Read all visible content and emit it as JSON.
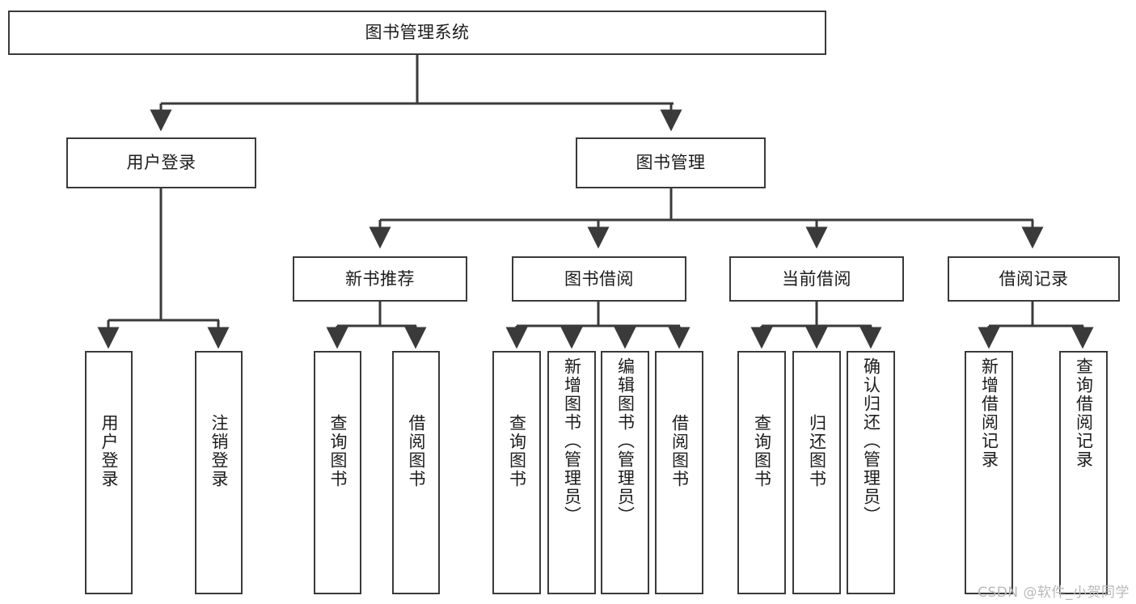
{
  "diagram": {
    "title": "图书管理系统",
    "type": "tree-hierarchy",
    "stroke_color": "#3a3a3a",
    "text_color": "#1c1c1c",
    "background": "#ffffff"
  },
  "nodes": {
    "root": {
      "label": "图书管理系统"
    },
    "level1": [
      {
        "id": "user-login",
        "label": "用户登录"
      },
      {
        "id": "book-management",
        "label": "图书管理"
      }
    ],
    "level2": [
      {
        "id": "new-book-recommend",
        "label": "新书推荐"
      },
      {
        "id": "book-borrow",
        "label": "图书借阅"
      },
      {
        "id": "current-borrow",
        "label": "当前借阅"
      },
      {
        "id": "borrow-record",
        "label": "借阅记录"
      }
    ],
    "leaves": {
      "user_login": [
        {
          "id": "leaf-user-login",
          "label": "用户登录"
        },
        {
          "id": "leaf-logout-login",
          "label": "注销登录"
        }
      ],
      "new_book_recommend": [
        {
          "id": "leaf-query-book-1",
          "label": "查询图书"
        },
        {
          "id": "leaf-borrow-book-1",
          "label": "借阅图书"
        }
      ],
      "book_borrow": [
        {
          "id": "leaf-query-book-2",
          "label": "查询图书"
        },
        {
          "id": "leaf-add-book",
          "label": "新增图书（管理员）"
        },
        {
          "id": "leaf-edit-book",
          "label": "编辑图书（管理员）"
        },
        {
          "id": "leaf-borrow-book-2",
          "label": "借阅图书"
        }
      ],
      "current_borrow": [
        {
          "id": "leaf-query-book-3",
          "label": "查询图书"
        },
        {
          "id": "leaf-return-book",
          "label": "归还图书"
        },
        {
          "id": "leaf-confirm-return",
          "label": "确认归还（管理员）"
        }
      ],
      "borrow_record": [
        {
          "id": "leaf-add-borrow-record",
          "label": "新增借阅记录"
        },
        {
          "id": "leaf-query-borrow-record",
          "label": "查询借阅记录"
        }
      ]
    }
  },
  "watermark": {
    "text": "CSDN @软件_小贺同学"
  }
}
